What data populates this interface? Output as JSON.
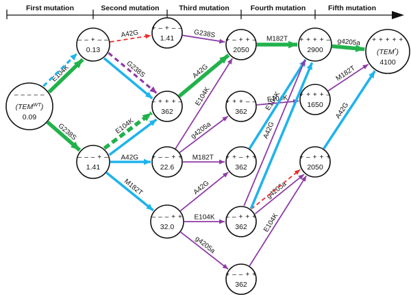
{
  "stages": [
    "First mutation",
    "Second mutation",
    "Third mutation",
    "Fourth mutation",
    "Fifth mutation"
  ],
  "colors": {
    "green": "#21b24b",
    "blue": "#1fb3ec",
    "purple": "#8e3aa6",
    "red": "#ee2b2b",
    "ink": "#111111"
  },
  "nodes": [
    {
      "id": "wt",
      "pattern": "– – – – –",
      "name": "(TEM",
      "sup": "WT",
      "name_tail": ")",
      "value": "0.09"
    },
    {
      "id": "n013",
      "pattern": "– – + – –",
      "value": "0.13"
    },
    {
      "id": "n141b",
      "pattern": "– – – + –",
      "value": "1.41"
    },
    {
      "id": "n141a",
      "pattern": "+ – + – –",
      "value": "1.41"
    },
    {
      "id": "n362a",
      "pattern": "– + + + –",
      "value": "362"
    },
    {
      "id": "n226",
      "pattern": "+ – – + +",
      "value": "22.6"
    },
    {
      "id": "n320",
      "pattern": "– – – + +",
      "value": "32.0"
    },
    {
      "id": "n2050a",
      "pattern": "+ – + + –",
      "value": "2050"
    },
    {
      "id": "n362b",
      "pattern": "+ + + – –",
      "value": "362"
    },
    {
      "id": "n362c",
      "pattern": "+ + – + +",
      "value": "362"
    },
    {
      "id": "n362d",
      "pattern": "– – + + +",
      "value": "362"
    },
    {
      "id": "n362e",
      "pattern": "+ – – + +",
      "value": "362"
    },
    {
      "id": "n2900",
      "pattern": "+ + + + –",
      "value": "2900"
    },
    {
      "id": "n1650",
      "pattern": "+ + + + –",
      "value": "1650"
    },
    {
      "id": "n2050b",
      "pattern": "+ – + + +",
      "value": "2050"
    },
    {
      "id": "final",
      "pattern": "+ + + + +",
      "name": "(TEM",
      "sup": "*",
      "name_tail": ")",
      "value": "4100"
    }
  ],
  "edges": [
    {
      "from": "wt",
      "to": "n013",
      "label": "E104K",
      "color": "green",
      "style": "thick"
    },
    {
      "from": "wt",
      "to": "n013",
      "label": "",
      "color": "blue",
      "style": "dashed"
    },
    {
      "from": "wt",
      "to": "n141b",
      "label": "G238S",
      "color": "green",
      "style": "thick"
    },
    {
      "from": "n013",
      "to": "n141a",
      "label": "A42G",
      "color": "red",
      "style": "dashed-thin"
    },
    {
      "from": "n013",
      "to": "n362a",
      "label": "G238S",
      "color": "purple",
      "style": "dashed"
    },
    {
      "from": "n013",
      "to": "n362a",
      "label": "",
      "color": "blue",
      "style": "solid"
    },
    {
      "from": "n141b",
      "to": "n362a",
      "label": "E104K",
      "color": "green",
      "style": "dashed-thick"
    },
    {
      "from": "n141b",
      "to": "n362a",
      "label": "",
      "color": "blue",
      "style": "solid"
    },
    {
      "from": "n141b",
      "to": "n226",
      "label": "A42G",
      "color": "blue",
      "style": "solid"
    },
    {
      "from": "n141b",
      "to": "n320",
      "label": "M182T",
      "color": "blue",
      "style": "solid"
    },
    {
      "from": "n141a",
      "to": "n2050a",
      "label": "G238S",
      "color": "purple",
      "style": "thin"
    },
    {
      "from": "n362a",
      "to": "n2050a",
      "label": "A42G",
      "color": "green",
      "style": "thick"
    },
    {
      "from": "n226",
      "to": "n2050a",
      "label": "E104K",
      "color": "purple",
      "style": "thin"
    },
    {
      "from": "n226",
      "to": "n362b",
      "label": "g4205a",
      "color": "purple",
      "style": "thin"
    },
    {
      "from": "n226",
      "to": "n362c",
      "label": "M182T",
      "color": "purple",
      "style": "thin"
    },
    {
      "from": "n320",
      "to": "n362c",
      "label": "A42G",
      "color": "purple",
      "style": "thin"
    },
    {
      "from": "n320",
      "to": "n362d",
      "label": "E104K",
      "color": "purple",
      "style": "thin"
    },
    {
      "from": "n320",
      "to": "n362e",
      "label": "g4205a",
      "color": "purple",
      "style": "thin"
    },
    {
      "from": "n2050a",
      "to": "n2900",
      "label": "M182T",
      "color": "green",
      "style": "thick"
    },
    {
      "from": "n362b",
      "to": "n1650",
      "label": "E104K",
      "color": "purple",
      "style": "thin"
    },
    {
      "from": "n362c",
      "to": "n2900",
      "label": "E104K",
      "color": "blue",
      "style": "solid"
    },
    {
      "from": "n362d",
      "to": "n2900",
      "label": "A42G",
      "color": "purple",
      "style": "thin"
    },
    {
      "from": "n362d",
      "to": "n2050b",
      "label": "g4205a",
      "color": "purple",
      "style": "thin"
    },
    {
      "from": "n362d",
      "to": "n2050b",
      "label": "",
      "color": "red",
      "style": "dashed-thin"
    },
    {
      "from": "n362e",
      "to": "n2050b",
      "label": "E104K",
      "color": "purple",
      "style": "thin"
    },
    {
      "from": "n362d",
      "to": "n2900",
      "label": "",
      "color": "blue",
      "style": "solid"
    },
    {
      "from": "n2900",
      "to": "final",
      "label": "g4205a",
      "color": "green",
      "style": "thick"
    },
    {
      "from": "n1650",
      "to": "final",
      "label": "M182T",
      "color": "purple",
      "style": "thin"
    },
    {
      "from": "n2050b",
      "to": "final",
      "label": "A42G",
      "color": "blue",
      "style": "solid"
    }
  ]
}
